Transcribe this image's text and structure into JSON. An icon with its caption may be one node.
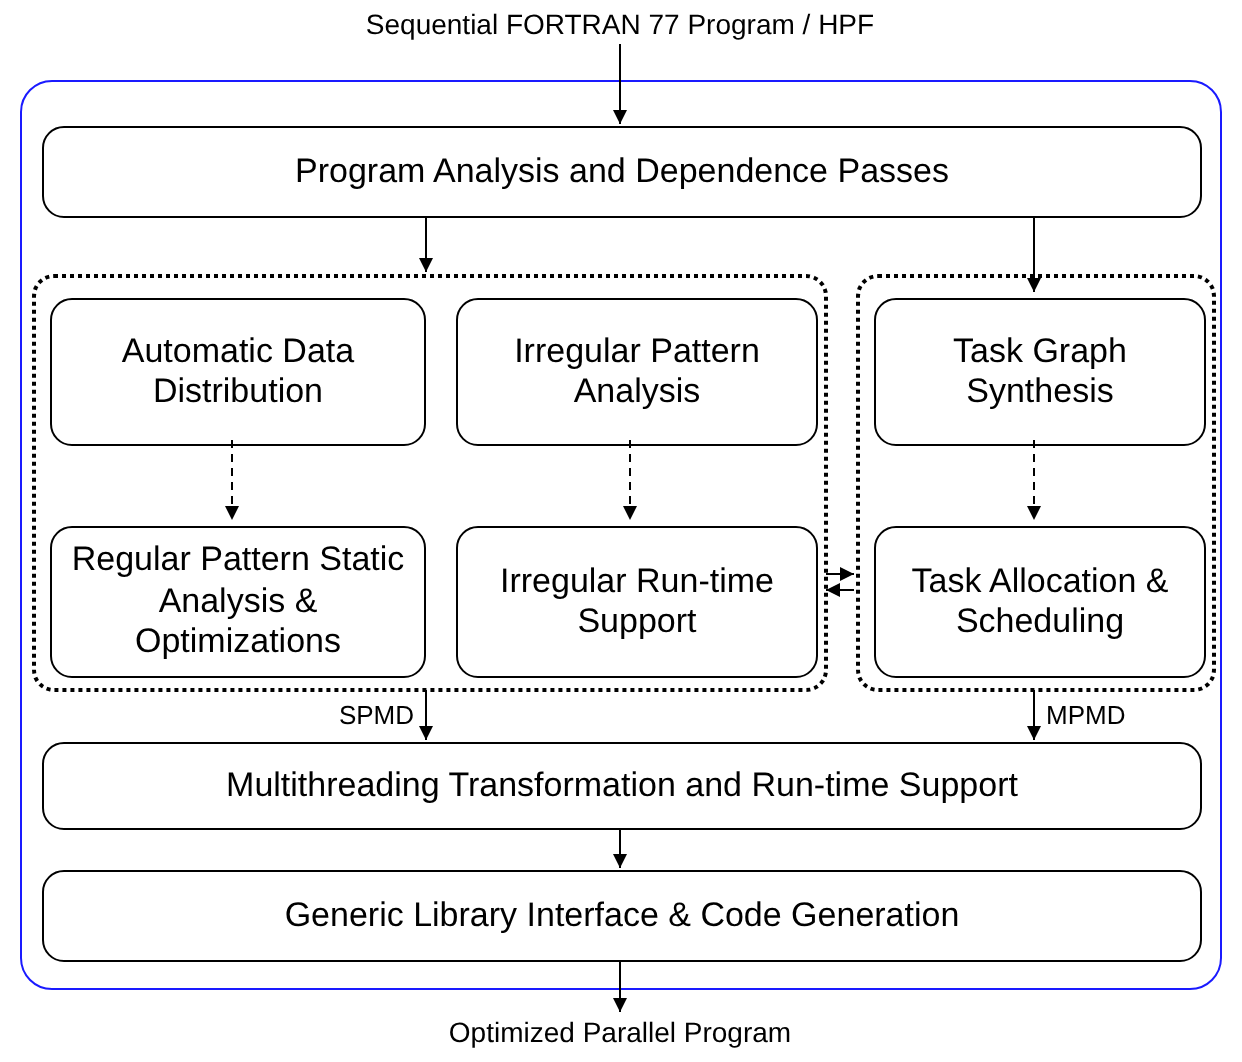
{
  "diagram": {
    "nodes": [
      {
        "text": [
          "Sequential FORTRAN 77 Program / HPF"
        ]
      },
      {
        "text": [],
        "shape": "box"
      },
      {
        "text": [
          "Program Analysis and Dependence Passes"
        ],
        "in": 1
      },
      {
        "text": [],
        "shape": "box",
        "in": 1
      },
      {
        "text": [
          "Automatic Data Distribution"
        ],
        "in": 3
      },
      {
        "text": [
          "Irregular Pattern Analysis"
        ],
        "in": 3
      },
      {
        "text": [
          "Regular Pattern Static Analysis & Optimizations"
        ],
        "in": 3
      },
      {
        "text": [
          "Irregular Run-time Support"
        ],
        "in": 3
      },
      {
        "text": [],
        "shape": "box",
        "in": 1
      },
      {
        "text": [
          "Task Graph Synthesis"
        ],
        "in": 8
      },
      {
        "text": [
          "Task Allocation & Scheduling"
        ],
        "in": 8
      },
      {
        "text": [
          "Multithreading Transformation and Run-time Support"
        ],
        "in": 1
      },
      {
        "text": [
          "Generic Library Interface & Code Generation"
        ],
        "in": 1
      },
      {
        "text": [
          "Optimized Parallel Program"
        ]
      }
    ],
    "edges": [
      {
        "from": 0,
        "to": 2,
        "arrow": "to"
      },
      {
        "from": 2,
        "to": 3,
        "arrow": "to"
      },
      {
        "from": 2,
        "to": 9,
        "arrow": "to"
      },
      {
        "from": 4,
        "to": 6,
        "arrow": "to",
        "style": "dashed"
      },
      {
        "from": 5,
        "to": 7,
        "arrow": "to",
        "style": "dashed"
      },
      {
        "from": 9,
        "to": 10,
        "arrow": "to",
        "style": "dashed"
      },
      {
        "from": 3,
        "to": 8,
        "arrow": "to"
      },
      {
        "from": 8,
        "to": 3,
        "arrow": "to"
      },
      {
        "from": 3,
        "to": 11,
        "arrow": "to",
        "label": "SPMD"
      },
      {
        "from": 8,
        "to": 11,
        "arrow": "to",
        "label": "MPMD"
      },
      {
        "from": 11,
        "to": 12,
        "arrow": "to"
      },
      {
        "from": 12,
        "to": 13,
        "arrow": "to"
      }
    ]
  }
}
